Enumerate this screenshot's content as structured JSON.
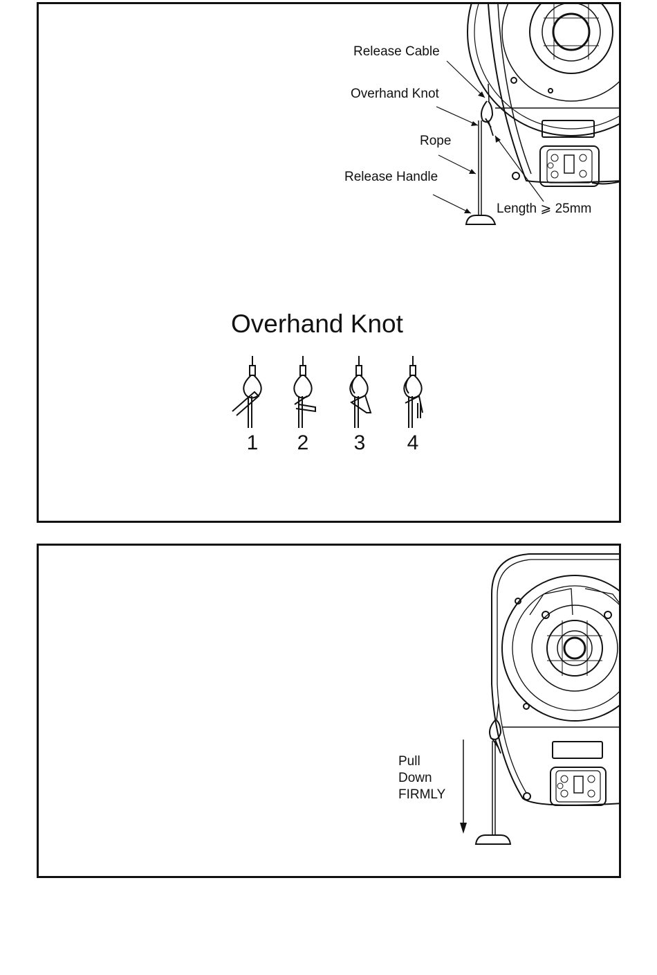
{
  "top_panel": {
    "labels": {
      "release_cable": "Release Cable",
      "overhand_knot": "Overhand Knot",
      "rope": "Rope",
      "release_handle": "Release Handle",
      "length": "Length ⩾ 25mm"
    },
    "knot_title": "Overhand Knot",
    "steps": [
      "1",
      "2",
      "3",
      "4"
    ]
  },
  "bottom_panel": {
    "pull_lines": [
      "Pull",
      "Down",
      "FIRMLY"
    ]
  },
  "icons": [
    "rope-knot-icon",
    "motor-reel-unit",
    "control-keypad",
    "release-handle-icon",
    "arrow-down-icon"
  ]
}
